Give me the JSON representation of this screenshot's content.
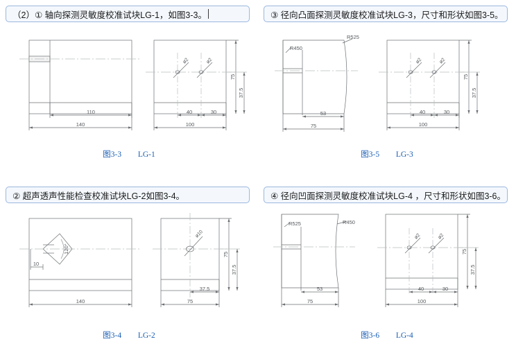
{
  "page": {
    "background": "#ffffff",
    "accent_caption_color": "#1a5fb4",
    "header_border_color": "#9ab6dd",
    "header_fill_color": "#f4f8fd",
    "line_color": "#6b6f72"
  },
  "panels": [
    {
      "id": "lg1",
      "header": "（2）① 轴向探测灵敏度校准试块LG-1，如图3-3。",
      "has_caret": true,
      "caption_fig": "图3-3",
      "caption_name": "LG-1",
      "front_view": {
        "dims": [
          "110",
          "140"
        ],
        "notch": true
      },
      "side_view": {
        "holes": [
          "ø2",
          "ø2"
        ],
        "dims": [
          "40",
          "30",
          "100",
          "37.5",
          "75"
        ]
      }
    },
    {
      "id": "lg3",
      "header": "③ 径向凸面探测灵敏度校准试块LG-3，尺寸和形状如图3-5。",
      "has_caret": false,
      "caption_fig": "图3-5",
      "caption_name": "LG-3",
      "front_view": {
        "radius_left": "R450",
        "radius_right": "R525",
        "dims": [
          "53",
          "75"
        ],
        "convex": true
      },
      "side_view": {
        "holes": [
          "ø2",
          "ø2"
        ],
        "dims": [
          "40",
          "30",
          "100",
          "37.5",
          "75"
        ]
      }
    },
    {
      "id": "lg2",
      "header": "② 超声透声性能检查校准试块LG-2如图3-4。",
      "has_caret": false,
      "caption_fig": "图3-4",
      "caption_name": "LG-2",
      "front_view": {
        "angle": "120°",
        "dims": [
          "10",
          "140"
        ]
      },
      "side_view": {
        "holes": [
          "ø10"
        ],
        "dims": [
          "37.5",
          "75",
          "37.5",
          "75"
        ]
      }
    },
    {
      "id": "lg4",
      "header": "④ 径向凹面探测灵敏度校准试块LG-4 ，尺寸和形状如图3-6。",
      "has_caret": false,
      "caption_fig": "图3-6",
      "caption_name": "LG-4",
      "front_view": {
        "radius_left": "R525",
        "radius_right": "R450",
        "dims": [
          "53",
          "75"
        ],
        "concave": true
      },
      "side_view": {
        "holes": [
          "ø2",
          "ø2"
        ],
        "dims": [
          "40",
          "30",
          "100",
          "37.5",
          "75"
        ]
      }
    }
  ]
}
